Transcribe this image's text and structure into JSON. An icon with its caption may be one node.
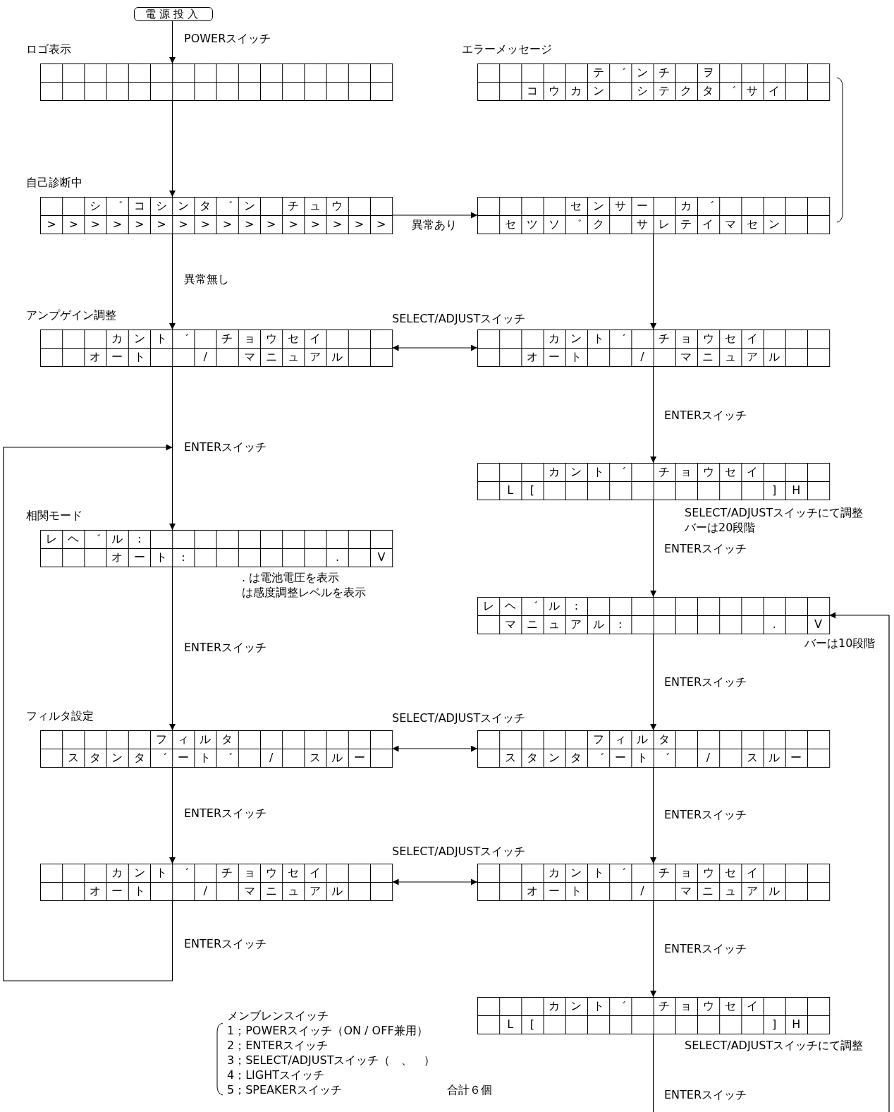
{
  "diagram": {
    "nodes": [
      {
        "text": [
          "電源投入"
        ]
      },
      {
        "text": [
          "ロゴ表示"
        ]
      },
      {
        "text": [
          "エラーメッセージ",
          "テ゛ンチ ヲ",
          "コウカン シテクタ゛サイ"
        ]
      },
      {
        "text": [
          "自己診断中",
          "シ゛コシンタ゛ン チュウ",
          "> > > > > > > > > > > > > > > >"
        ]
      },
      {
        "text": [
          "センサー カ゛",
          "セツソ゛ク サレテイマセン"
        ]
      },
      {
        "text": [
          "アンプゲイン調整",
          "カント゛ チョウセイ",
          "オート  / マニュアル"
        ]
      },
      {
        "text": [
          "カント゛ チョウセイ",
          "オート  / マニュアル"
        ]
      },
      {
        "text": [
          "カント゛ チョウセイ",
          "L [",
          "] H"
        ],
        "beside": [
          "SELECT/ADJUSTスイッチにて調整",
          "バーは20段階"
        ]
      },
      {
        "text": [
          "相関モード",
          "レヘ゛ル :",
          "オート :",
          ".",
          "V"
        ],
        "beside": [
          ". は電池電圧を表示",
          "は感度調整レベルを表示"
        ]
      },
      {
        "text": [
          "レヘ゛ル :",
          "マニュアル :",
          ".",
          "V"
        ],
        "beside": [
          "バーは10段階"
        ]
      },
      {
        "text": [
          "フィルタ設定",
          "フィルタ",
          "スタンタ゛ート゛ / スルー"
        ]
      },
      {
        "text": [
          "フィルタ",
          "スタンタ゛ート゛ / スルー"
        ]
      },
      {
        "text": [
          "カント゛ チョウセイ",
          "オート  / マニュアル"
        ]
      },
      {
        "text": [
          "カント゛ チョウセイ",
          "オート  / マニュアル"
        ]
      },
      {
        "text": [
          "カント゛ チョウセイ",
          "L [",
          "] H"
        ],
        "beside": [
          "SELECT/ADJUSTスイッチにて調整"
        ]
      }
    ],
    "edges": [
      {
        "from": 0,
        "to": 1,
        "arrow": "to",
        "label": "POWERスイッチ"
      },
      {
        "from": 1,
        "to": 3,
        "arrow": "to"
      },
      {
        "from": 3,
        "to": 4,
        "arrow": "to",
        "label": "異常あり"
      },
      {
        "from": 3,
        "to": 5,
        "arrow": "to",
        "label": "異常無し"
      },
      {
        "from": 4,
        "to": 6,
        "arrow": "to"
      },
      {
        "from": 5,
        "to": 6,
        "arrow": "both",
        "label": "SELECT/ADJUSTスイッチ"
      },
      {
        "from": 6,
        "to": 7,
        "arrow": "to",
        "label": "ENTERスイッチ"
      },
      {
        "from": 5,
        "to": 8,
        "arrow": "to",
        "label": "ENTERスイッチ"
      },
      {
        "from": 12,
        "to": 8,
        "arrow": "to",
        "label": "ENTERスイッチ"
      },
      {
        "from": 7,
        "to": 9,
        "arrow": "to",
        "label": "ENTERスイッチ"
      },
      {
        "from": 8,
        "to": 10,
        "arrow": "to",
        "label": "ENTERスイッチ"
      },
      {
        "from": 9,
        "to": 11,
        "arrow": "to",
        "label": "ENTERスイッチ"
      },
      {
        "from": 10,
        "to": 11,
        "arrow": "both",
        "label": "SELECT/ADJUSTスイッチ"
      },
      {
        "from": 10,
        "to": 12,
        "arrow": "to",
        "label": "ENTERスイッチ"
      },
      {
        "from": 11,
        "to": 13,
        "arrow": "to",
        "label": "ENTERスイッチ"
      },
      {
        "from": 12,
        "to": 13,
        "arrow": "both",
        "label": "SELECT/ADJUSTスイッチ"
      },
      {
        "from": 13,
        "to": 14,
        "arrow": "to",
        "label": "ENTERスイッチ"
      },
      {
        "from": 14,
        "to": null,
        "arrow": "none",
        "label": "ENTERスイッチ"
      },
      {
        "from": null,
        "to": 9,
        "arrow": "to"
      }
    ],
    "labels": [
      "メンブレンスイッチ",
      "1；POWERスイッチ（ON / OFF兼用）",
      "2；ENTERスイッチ",
      "3；SELECT/ADJUSTスイッチ（　、　）",
      "4；LIGHTスイッチ",
      "5；SPEAKERスイッチ",
      "合計６個"
    ]
  }
}
